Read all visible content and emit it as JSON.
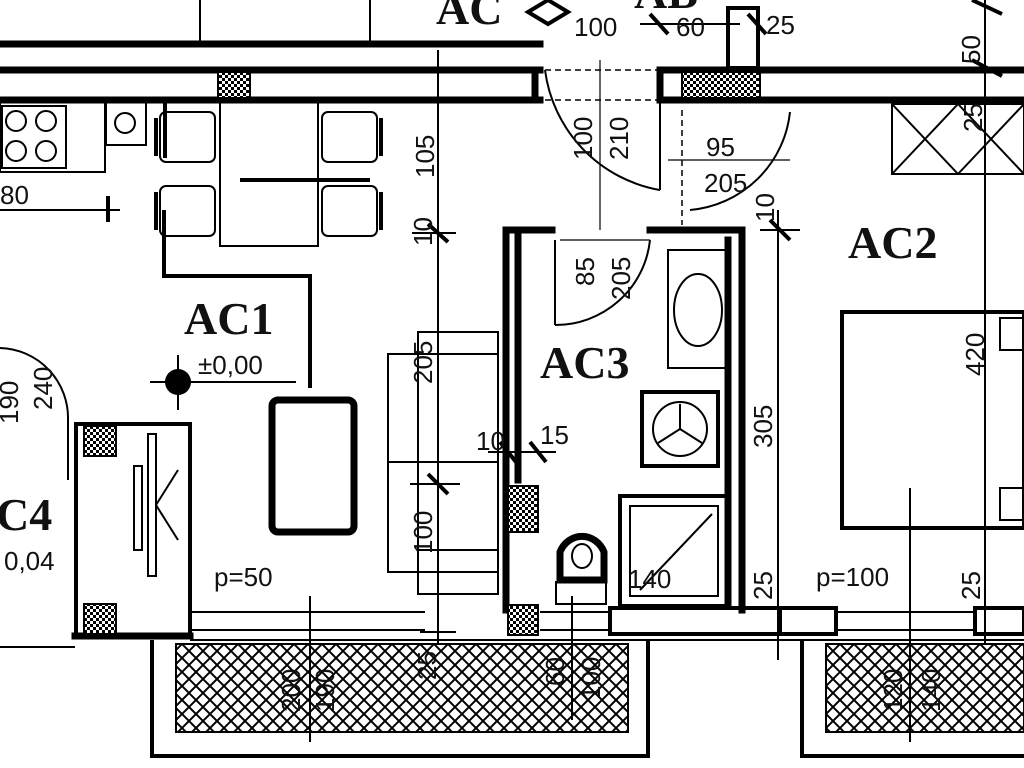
{
  "rooms": {
    "ac_top": "AC",
    "ab_top": "AB",
    "ac1": "AC1",
    "ac1_level": "±0,00",
    "ac2": "AC2",
    "ac3": "AC3",
    "ac4": "C4",
    "ac4_level": "0,04"
  },
  "parapets": {
    "left": "p=50",
    "right": "p=100"
  },
  "dimensions": {
    "top_100": "100",
    "top_60": "60",
    "top_25": "25",
    "top_50": "50",
    "top_25b": "25",
    "left_80": "80",
    "v_105": "105",
    "v_10": "10",
    "v_100": "100",
    "v_210": "210",
    "d_95": "95",
    "d_205": "205",
    "v_10b": "10",
    "v_85": "85",
    "v_205": "205",
    "v_420": "420",
    "v_190": "190",
    "v_240": "240",
    "v_305": "305",
    "sofa_205": "205",
    "d_10": "10",
    "d_15": "15",
    "sofa_100": "100",
    "shower_140": "140",
    "b_25": "25",
    "b_25b": "25",
    "b_200": "200",
    "b_190": "190",
    "b_25c": "25",
    "b_60": "60",
    "b_100": "100",
    "b_120": "120",
    "b_140": "140"
  },
  "colors": {
    "ink": "#000000",
    "paper": "#ffffff"
  }
}
